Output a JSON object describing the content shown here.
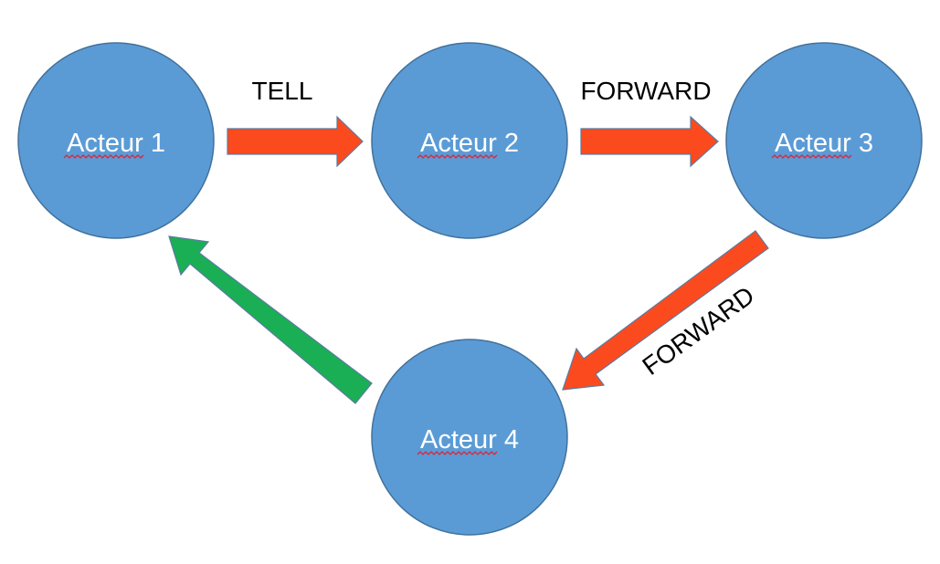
{
  "nodes": [
    {
      "id": "n1",
      "label": "Acteur 1"
    },
    {
      "id": "n2",
      "label": "Acteur 2"
    },
    {
      "id": "n3",
      "label": "Acteur 3"
    },
    {
      "id": "n4",
      "label": "Acteur 4"
    }
  ],
  "edges": [
    {
      "from": "n1",
      "to": "n2",
      "label": "TELL",
      "color": "#fc4a1f"
    },
    {
      "from": "n2",
      "to": "n3",
      "label": "FORWARD",
      "color": "#fc4a1f"
    },
    {
      "from": "n3",
      "to": "n4",
      "label": "FORWARD",
      "color": "#fc4a1f"
    },
    {
      "from": "n4",
      "to": "n1",
      "label": "",
      "color": "#1aaf54"
    }
  ],
  "colors": {
    "node_fill": "#5b9bd5",
    "node_stroke": "#41719c",
    "arrow_stroke": "#5b7ba0",
    "spell_check_underline": "#e0243a"
  }
}
